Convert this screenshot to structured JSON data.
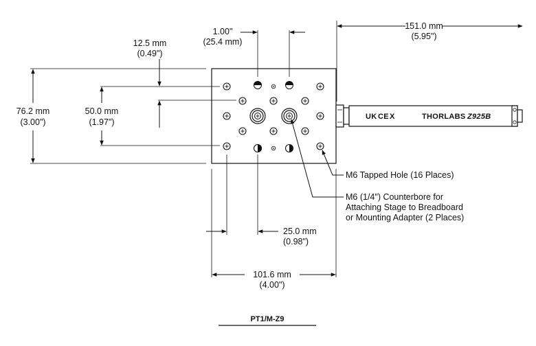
{
  "dimensions": {
    "top_spacing": {
      "metric": "1.00\"",
      "imperial": "(25.4 mm)"
    },
    "actuator_length": {
      "metric": "151.0 mm",
      "imperial": "(5.95\")"
    },
    "top_margin": {
      "metric": "12.5 mm",
      "imperial": "(0.49\")"
    },
    "height": {
      "metric": "76.2 mm",
      "imperial": "(3.00\")"
    },
    "hole_span": {
      "metric": "50.0 mm",
      "imperial": "(1.97\")"
    },
    "center_offset": {
      "metric": "25.0 mm",
      "imperial": "(0.98\")"
    },
    "width": {
      "metric": "101.6 mm",
      "imperial": "(4.00\")"
    }
  },
  "callouts": {
    "tapped_hole": "M6 Tapped Hole (16 Places)",
    "counterbore": [
      "M6 (1/4\") Counterbore for",
      "Attaching Stage to Breadboard",
      "or Mounting Adapter (2 Places)"
    ]
  },
  "actuator": {
    "brand": "THORLABS",
    "model": "Z925B",
    "marks": [
      "UK",
      "CE",
      "X"
    ]
  },
  "caption": "PT1/M-Z9"
}
